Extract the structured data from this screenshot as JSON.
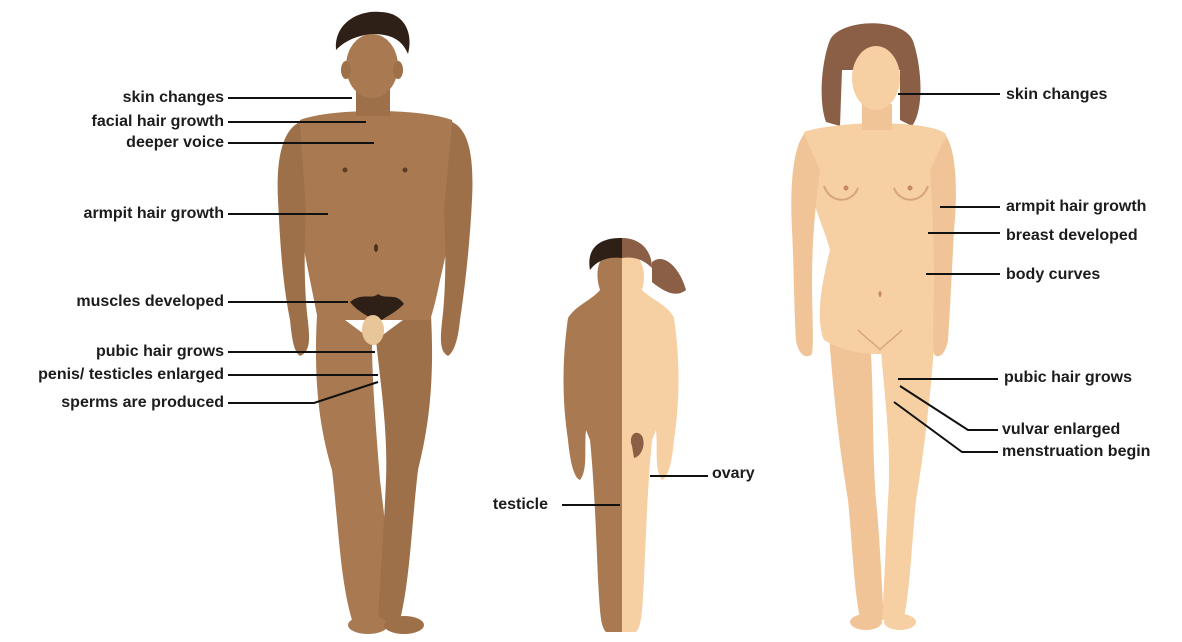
{
  "male": {
    "labels": [
      "skin changes",
      "facial hair growth",
      "deeper voice",
      "armpit hair growth",
      "muscles developed",
      "pubic hair grows",
      "penis/ testicles enlarged",
      "sperms are produced"
    ]
  },
  "child": {
    "testicle_label": "testicle",
    "ovary_label": "ovary"
  },
  "female": {
    "labels": [
      "skin changes",
      "armpit hair growth",
      "breast developed",
      "body curves",
      "pubic hair grows",
      "vulvar enlarged",
      "menstruation begin"
    ]
  },
  "colors": {
    "male_skin": "#a97a52",
    "male_shade": "#8f6440",
    "male_hair": "#2e2016",
    "female_skin": "#f6cfa3",
    "female_shade": "#e2b487",
    "female_hair": "#8b5e46",
    "child_dark": "#a97a52",
    "child_light": "#f6cfa3",
    "line": "#111111"
  }
}
